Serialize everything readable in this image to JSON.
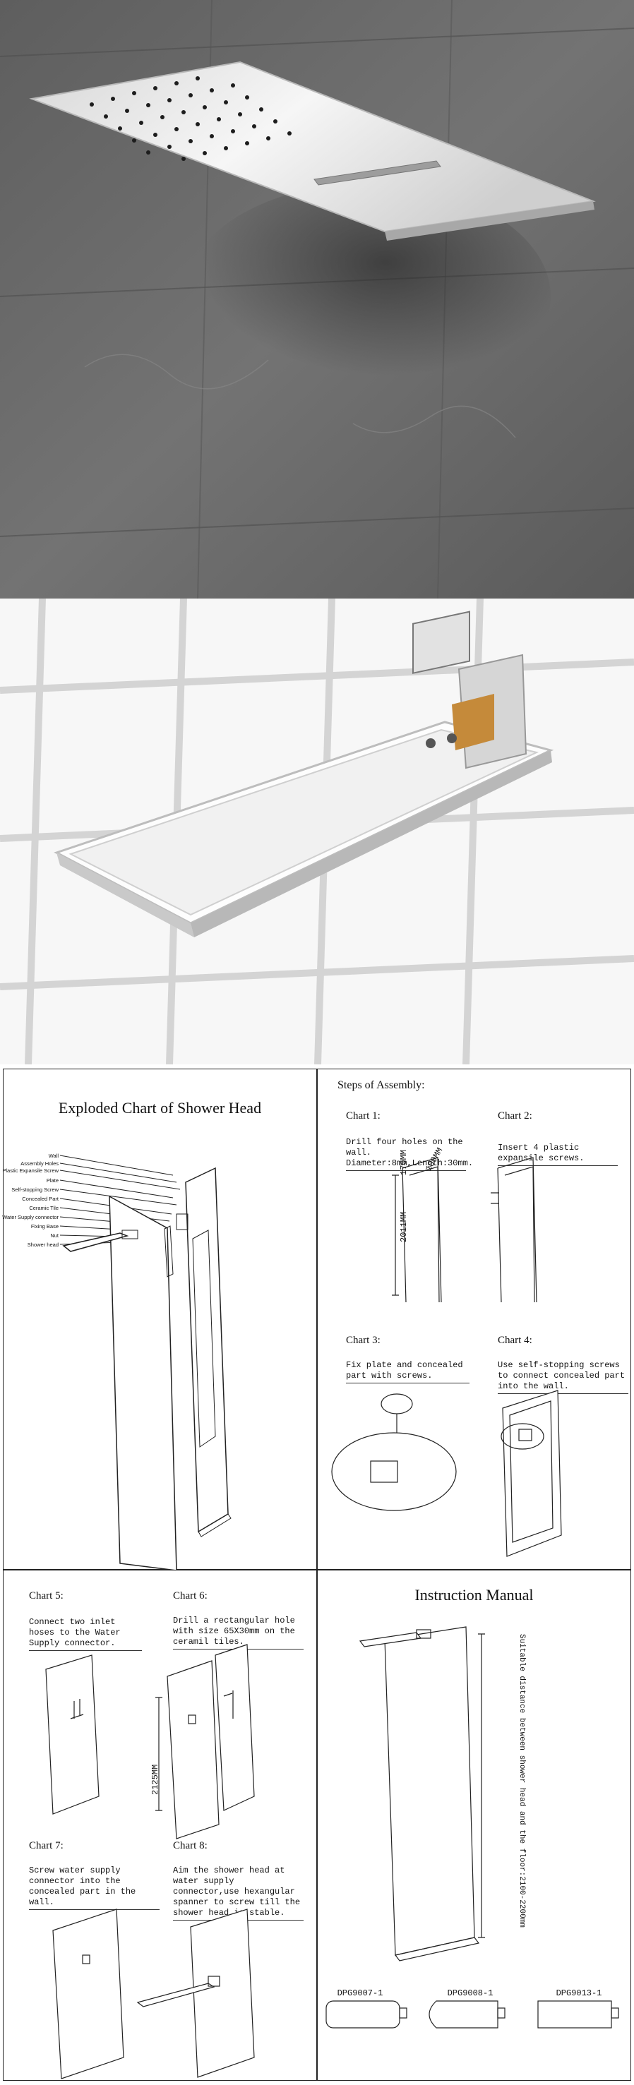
{
  "exploded": {
    "title": "Exploded Chart of Shower Head",
    "parts": [
      "Wall",
      "Assembly Holes",
      "Plastic Expansile Screw",
      "Plate",
      "Self-stopping Screw",
      "Concealed Part",
      "Ceramic Tile",
      "Water Supply connector",
      "Fixing Base",
      "Nut",
      "Shower head"
    ]
  },
  "assembly": {
    "heading": "Steps of Assembly:",
    "charts": [
      {
        "label": "Chart 1:",
        "caption": "Drill four holes on the wall. Diameter:8mm,Length:30mm.",
        "dims": [
          "100MM",
          "170MM",
          "2011MM"
        ]
      },
      {
        "label": "Chart 2:",
        "caption": "Insert 4 plastic expansile screws."
      },
      {
        "label": "Chart 3:",
        "caption": "Fix plate and concealed part with screws."
      },
      {
        "label": "Chart 4:",
        "caption": "Use self-stopping screws to connect concealed part into the wall."
      },
      {
        "label": "Chart 5:",
        "caption": "Connect two inlet hoses to the Water Supply connector."
      },
      {
        "label": "Chart 6:",
        "caption": "Drill a rectangular hole with size 65X30mm on the ceramil tiles.",
        "dims": [
          "2125MM"
        ]
      },
      {
        "label": "Chart 7:",
        "caption": "Screw water supply connector into the concealed part in the wall."
      },
      {
        "label": "Chart 8:",
        "caption": "Aim the shower head at water supply connector,use hexangular spanner to screw till the shower head is stable."
      }
    ]
  },
  "manual": {
    "title": "Instruction Manual",
    "note": "Suitable distance between shower head and the floor:2100-2200mm",
    "models": [
      "DPG9007-1",
      "DPG9008-1",
      "DPG9013-1"
    ]
  }
}
